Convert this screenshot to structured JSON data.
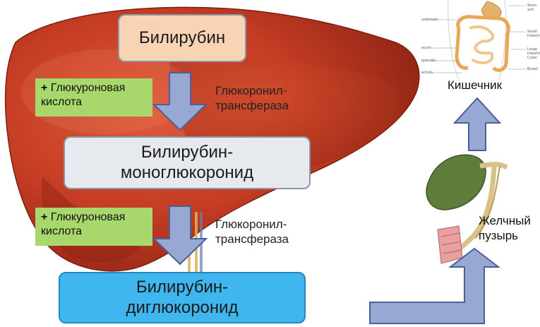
{
  "nodes": {
    "bilirubin": "Билирубин",
    "monoglucuronide_line1": "Билирубин-",
    "monoglucuronide_line2": "моноглюкоронид",
    "diglucuronide_line1": "Билирубин-",
    "diglucuronide_line2": "диглюкоронид"
  },
  "reactions": [
    {
      "plus": "+",
      "reagent_line1": "Глюкуроновая",
      "reagent_line2": "кислота",
      "enzyme_line1": "Глюкоронил-",
      "enzyme_line2": "трансфераза"
    },
    {
      "plus": "+",
      "reagent_line1": "Глюкуроновая",
      "reagent_line2": "кислота",
      "enzyme_line1": "Глюкоронил-",
      "enzyme_line2": "трансфераза"
    }
  ],
  "organs": {
    "intestine_label": "Кишечник",
    "gallbladder_line1": "Желчный",
    "gallbladder_line2": "пузырь"
  },
  "intestine_small_labels": [
    "Stom ach",
    "uodenum",
    "Small Intestine",
    "ecum",
    "Large Intestine Colon",
    "ppendix",
    "Bowel",
    "ectum"
  ],
  "colors": {
    "liver": "#b8321f",
    "box_bilirubin": "#f8d3b4",
    "box_mono": "#e6e9ee",
    "box_di": "#3fb6ee",
    "green_box": "#a8d86b",
    "arrow_fill": "#97a8d2",
    "arrow_stroke": "#4c5e9c"
  }
}
